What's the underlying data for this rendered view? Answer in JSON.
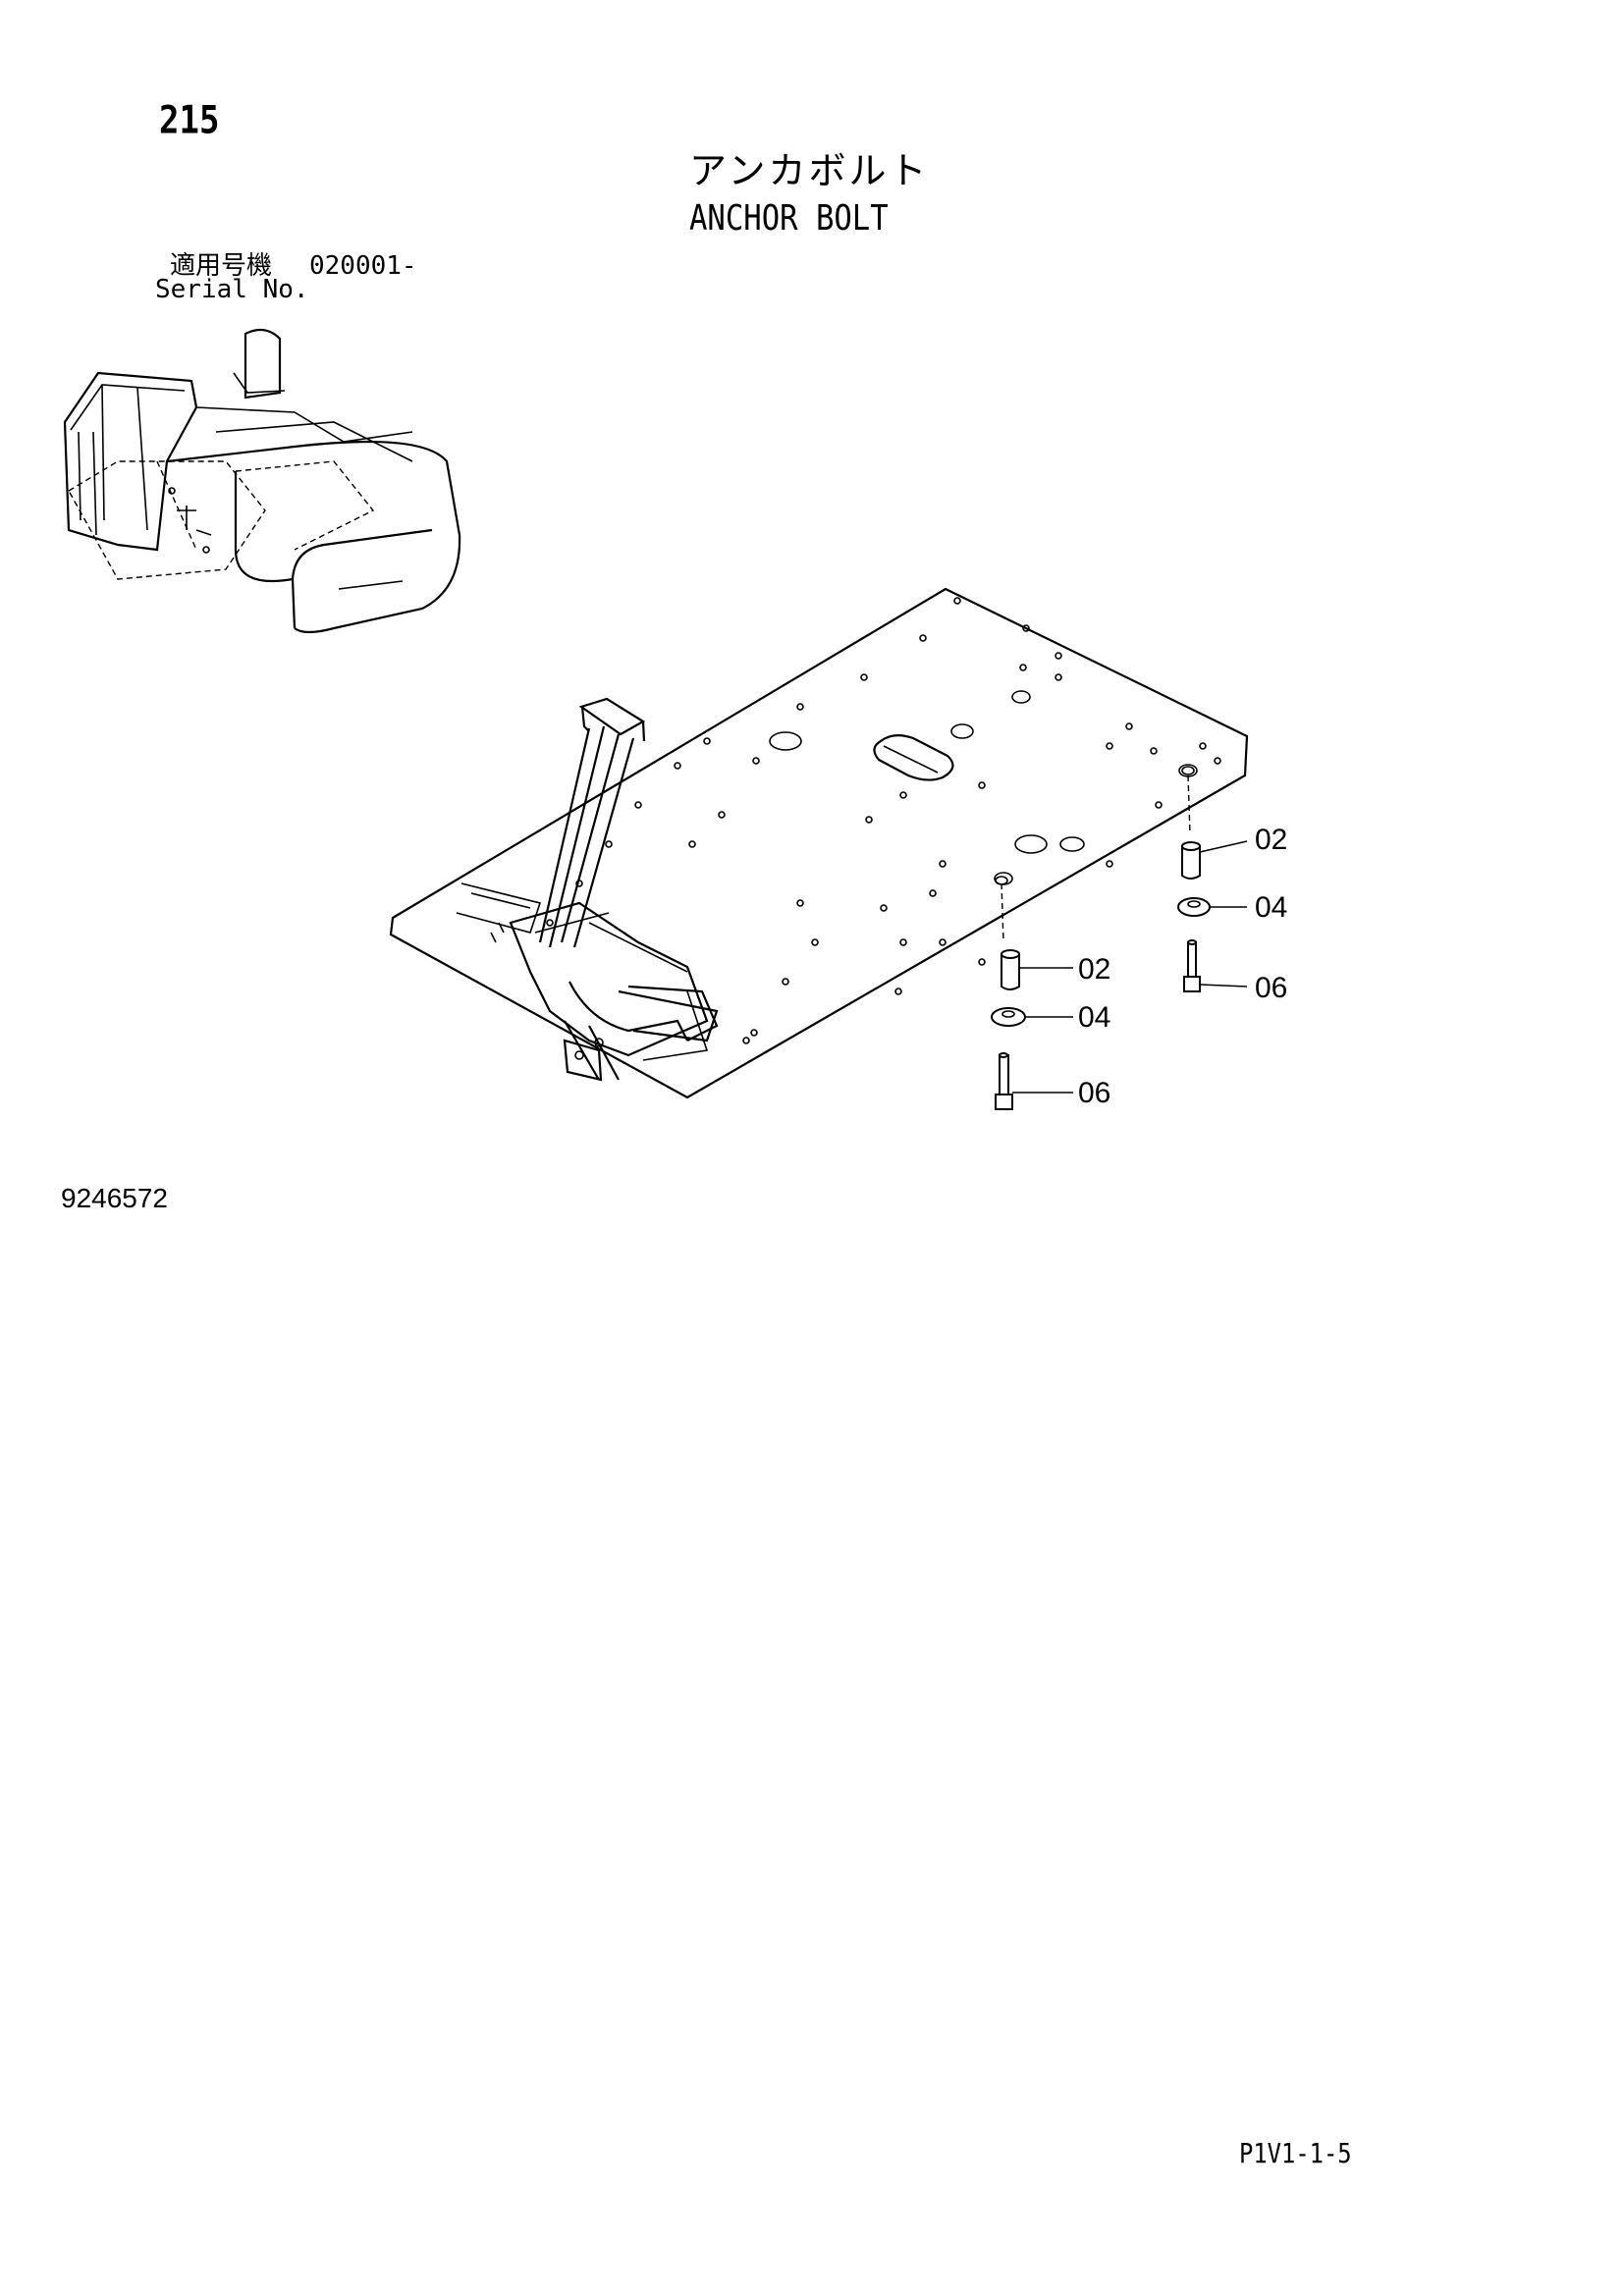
{
  "page": {
    "number": "215",
    "drawing_number": "9246572",
    "code": "P1V1-1-5"
  },
  "title": {
    "jp": "アンカボルト",
    "en": "ANCHOR BOLT"
  },
  "serial": {
    "label_jp": "適用号機",
    "range": "020001-",
    "label_en": "Serial No."
  },
  "callouts": [
    {
      "id": "upper-pin",
      "text": "02"
    },
    {
      "id": "upper-washer",
      "text": "04"
    },
    {
      "id": "upper-bolt",
      "text": "06"
    },
    {
      "id": "lower-pin",
      "text": "02"
    },
    {
      "id": "lower-washer",
      "text": "04"
    },
    {
      "id": "lower-bolt",
      "text": "06"
    }
  ]
}
